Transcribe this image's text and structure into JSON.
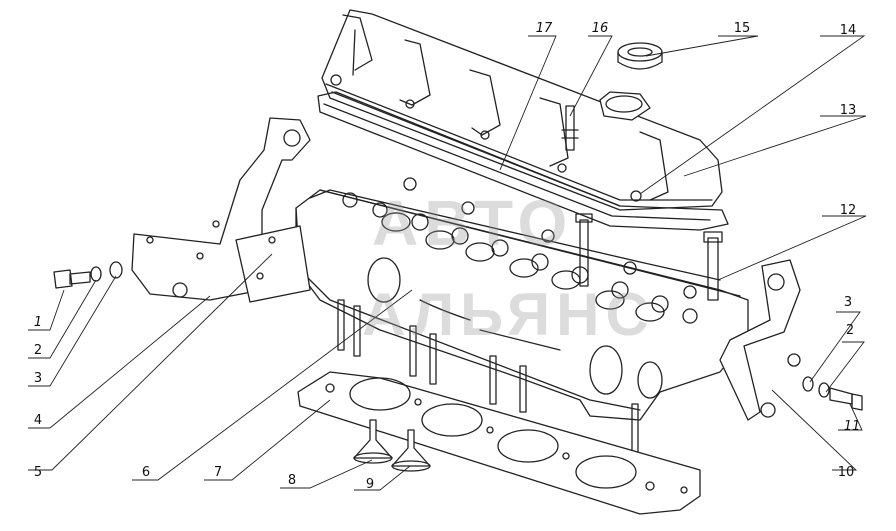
{
  "watermark": {
    "line1": "АВТО",
    "line2": "АЛЬЯНС"
  },
  "callouts": [
    {
      "id": "c1",
      "text": "1"
    },
    {
      "id": "c2a",
      "text": "2"
    },
    {
      "id": "c3a",
      "text": "3"
    },
    {
      "id": "c4",
      "text": "4"
    },
    {
      "id": "c5",
      "text": "5"
    },
    {
      "id": "c6",
      "text": "6"
    },
    {
      "id": "c7",
      "text": "7"
    },
    {
      "id": "c8",
      "text": "8"
    },
    {
      "id": "c9",
      "text": "9"
    },
    {
      "id": "c10",
      "text": "10"
    },
    {
      "id": "c11",
      "text": "11"
    },
    {
      "id": "c2b",
      "text": "2"
    },
    {
      "id": "c3b",
      "text": "3"
    },
    {
      "id": "c12",
      "text": "12"
    },
    {
      "id": "c13",
      "text": "13"
    },
    {
      "id": "c14",
      "text": "14"
    },
    {
      "id": "c15",
      "text": "15"
    },
    {
      "id": "c16",
      "text": "16"
    },
    {
      "id": "c17",
      "text": "17"
    }
  ]
}
